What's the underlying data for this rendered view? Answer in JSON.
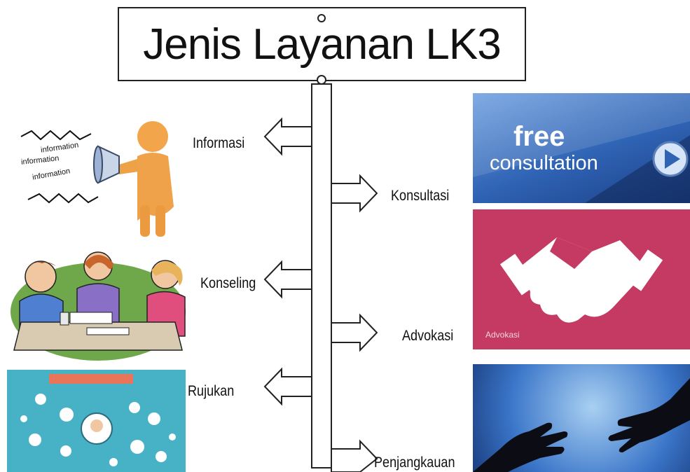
{
  "diagram": {
    "title": "Jenis Layanan LK3",
    "branches_left": [
      {
        "label": "Informasi"
      },
      {
        "label": "Konseling"
      },
      {
        "label": "Rujukan"
      }
    ],
    "branches_right": [
      {
        "label": "Konsultasi"
      },
      {
        "label": "Advokasi"
      },
      {
        "label": "Penjangkauan"
      }
    ]
  },
  "illustrations": {
    "megaphone_words": [
      "information",
      "information",
      "information"
    ],
    "consultation_banner": {
      "line1": "free",
      "line2": "consultation"
    },
    "advokasi_caption": "Advokasi"
  },
  "colors": {
    "consult_bg": "#2f63b4",
    "advokasi_bg": "#c43a63",
    "reach_bg": "#3b76c9",
    "stroke": "#222222"
  }
}
